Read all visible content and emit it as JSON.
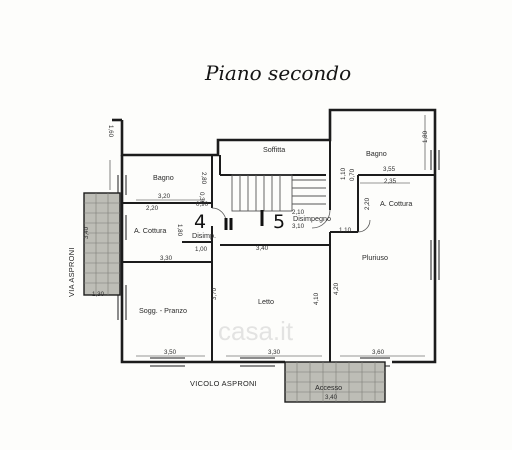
{
  "title": "Piano secondo",
  "rooms": {
    "bagno_left": "Bagno",
    "soffitta": "Soffitta",
    "bagno_right": "Bagno",
    "a_cottura_left": "A. Cottura",
    "disimp": "Disimp.",
    "disimpegno": "Disimpegno",
    "a_cottura_right": "A. Cottura",
    "pluriuso": "Pluriuso",
    "letto": "Letto",
    "sogg_pranzo": "Sogg. - Pranzo",
    "accesso": "Accesso"
  },
  "unit_numbers": {
    "left": "4",
    "right": "5"
  },
  "streets": {
    "via": "VIA ASPRONI",
    "vicolo": "VICOLO ASPRONI"
  },
  "dimensions": {
    "d_160_top": "1,60",
    "d_280_left": "2,80",
    "d_320": "3,20",
    "d_220": "2,20",
    "d_090": "0,90",
    "d_230_small": "0,30",
    "d_180": "1,80",
    "d_100": "1,00",
    "d_330": "3,30",
    "d_340": "3,40",
    "d_210": "2,10",
    "d_310": "3,10",
    "d_110_a": "1,10",
    "d_110_b": "1,10",
    "d_070": "0,70",
    "d_355": "3,55",
    "d_235": "2,35",
    "d_220_r": "2,20",
    "d_180_r": "1,80",
    "d_370": "3,70",
    "d_410": "4,10",
    "d_420": "4,20",
    "d_350_bl": "3,50",
    "d_330_b": "3,30",
    "d_360": "3,60",
    "d_340_bottom": "3,40",
    "d_340_left": "3,40",
    "d_130": "1,30"
  },
  "watermark": "casa.it"
}
